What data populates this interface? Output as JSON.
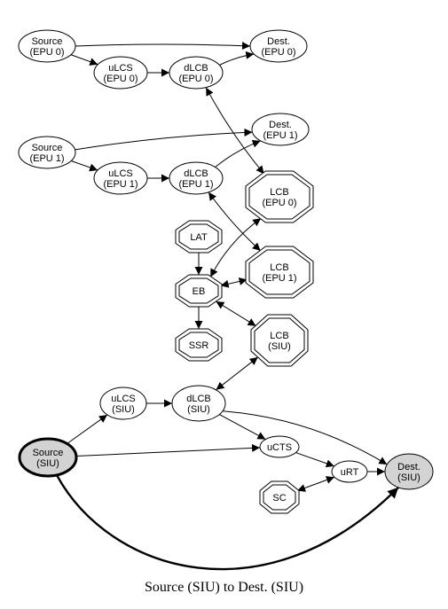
{
  "nodes": {
    "src_epu0": {
      "lines": [
        "Source",
        "(EPU 0)"
      ],
      "shape": "ellipse"
    },
    "ulcs_epu0": {
      "lines": [
        "uLCS",
        "(EPU 0)"
      ],
      "shape": "ellipse"
    },
    "dlcb_epu0": {
      "lines": [
        "dLCB",
        "(EPU 0)"
      ],
      "shape": "ellipse"
    },
    "dest_epu0": {
      "lines": [
        "Dest.",
        "(EPU 0)"
      ],
      "shape": "ellipse"
    },
    "src_epu1": {
      "lines": [
        "Source",
        "(EPU 1)"
      ],
      "shape": "ellipse"
    },
    "ulcs_epu1": {
      "lines": [
        "uLCS",
        "(EPU 1)"
      ],
      "shape": "ellipse"
    },
    "dlcb_epu1": {
      "lines": [
        "dLCB",
        "(EPU 1)"
      ],
      "shape": "ellipse"
    },
    "dest_epu1": {
      "lines": [
        "Dest.",
        "(EPU 1)"
      ],
      "shape": "ellipse"
    },
    "lcb_epu0": {
      "lines": [
        "LCB",
        "(EPU 0)"
      ],
      "shape": "double-octagon"
    },
    "lat": {
      "lines": [
        "LAT"
      ],
      "shape": "double-octagon"
    },
    "lcb_epu1": {
      "lines": [
        "LCB",
        "(EPU 1)"
      ],
      "shape": "double-octagon"
    },
    "eb": {
      "lines": [
        "EB"
      ],
      "shape": "double-octagon"
    },
    "ssr": {
      "lines": [
        "SSR"
      ],
      "shape": "double-octagon"
    },
    "lcb_siu": {
      "lines": [
        "LCB",
        "(SIU)"
      ],
      "shape": "double-octagon"
    },
    "ulcs_siu": {
      "lines": [
        "uLCS",
        "(SIU)"
      ],
      "shape": "ellipse"
    },
    "dlcb_siu": {
      "lines": [
        "dLCB",
        "(SIU)"
      ],
      "shape": "ellipse"
    },
    "src_siu": {
      "lines": [
        "Source",
        "(SIU)"
      ],
      "shape": "ellipse",
      "highlight": true
    },
    "ucts": {
      "lines": [
        "uCTS"
      ],
      "shape": "ellipse"
    },
    "urt": {
      "lines": [
        "uRT"
      ],
      "shape": "ellipse"
    },
    "sc": {
      "lines": [
        "SC"
      ],
      "shape": "double-octagon"
    },
    "dest_siu": {
      "lines": [
        "Dest.",
        "(SIU)"
      ],
      "shape": "ellipse",
      "highlight": true
    }
  },
  "edges": [
    {
      "from": "src_epu0",
      "to": "dest_epu0"
    },
    {
      "from": "src_epu0",
      "to": "ulcs_epu0"
    },
    {
      "from": "ulcs_epu0",
      "to": "dlcb_epu0"
    },
    {
      "from": "dlcb_epu0",
      "to": "dest_epu0"
    },
    {
      "from": "dlcb_epu0",
      "to": "lcb_epu0",
      "dir": "both"
    },
    {
      "from": "src_epu1",
      "to": "dest_epu1"
    },
    {
      "from": "src_epu1",
      "to": "ulcs_epu1"
    },
    {
      "from": "ulcs_epu1",
      "to": "dlcb_epu1"
    },
    {
      "from": "dlcb_epu1",
      "to": "dest_epu1"
    },
    {
      "from": "dlcb_epu1",
      "to": "lcb_epu1",
      "dir": "both"
    },
    {
      "from": "eb",
      "to": "lcb_epu0",
      "dir": "both"
    },
    {
      "from": "lat",
      "to": "eb"
    },
    {
      "from": "eb",
      "to": "lcb_epu1",
      "dir": "both"
    },
    {
      "from": "eb",
      "to": "ssr"
    },
    {
      "from": "eb",
      "to": "lcb_siu",
      "dir": "both"
    },
    {
      "from": "dlcb_siu",
      "to": "lcb_siu",
      "dir": "both"
    },
    {
      "from": "src_siu",
      "to": "ulcs_siu"
    },
    {
      "from": "ulcs_siu",
      "to": "dlcb_siu"
    },
    {
      "from": "dlcb_siu",
      "to": "ucts"
    },
    {
      "from": "dlcb_siu",
      "to": "dest_siu"
    },
    {
      "from": "src_siu",
      "to": "ucts"
    },
    {
      "from": "ucts",
      "to": "urt"
    },
    {
      "from": "urt",
      "to": "dest_siu"
    },
    {
      "from": "sc",
      "to": "urt",
      "dir": "both"
    },
    {
      "from": "src_siu",
      "to": "dest_siu",
      "style": "thick"
    }
  ],
  "caption": "Source (SIU) to Dest. (SIU)",
  "colors": {
    "highlight_fill": "#d3d3d3",
    "stroke": "#000000",
    "background": "#ffffff"
  }
}
